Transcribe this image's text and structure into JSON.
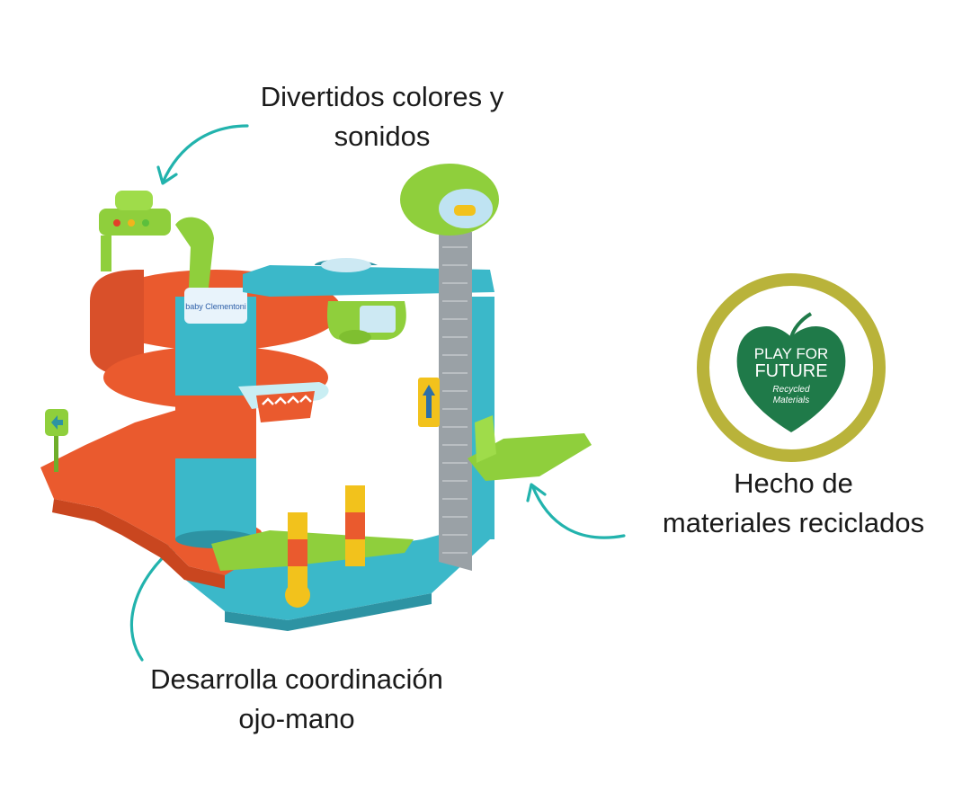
{
  "callouts": {
    "top": {
      "line1": "Divertidos colores y",
      "line2": "sonidos"
    },
    "right": {
      "line1": "Hecho de",
      "line2": "materiales reciclados"
    },
    "bottom": {
      "line1": "Desarrolla coordinación",
      "line2": "ojo-mano"
    }
  },
  "badge": {
    "line1": "PLAY FOR",
    "line2": "FUTURE",
    "line3": "Recycled",
    "line4": "Materials",
    "ring_color": "#b9b33a",
    "leaf_color": "#1f7a49"
  },
  "colors": {
    "accent_arrow": "#22b3ad",
    "toy_red": "#ea5a2e",
    "toy_teal": "#3bb8c9",
    "toy_green": "#8fcf3c",
    "toy_grey": "#9aa1a6"
  },
  "product": {
    "sign_logo": "baby Clementoni"
  }
}
